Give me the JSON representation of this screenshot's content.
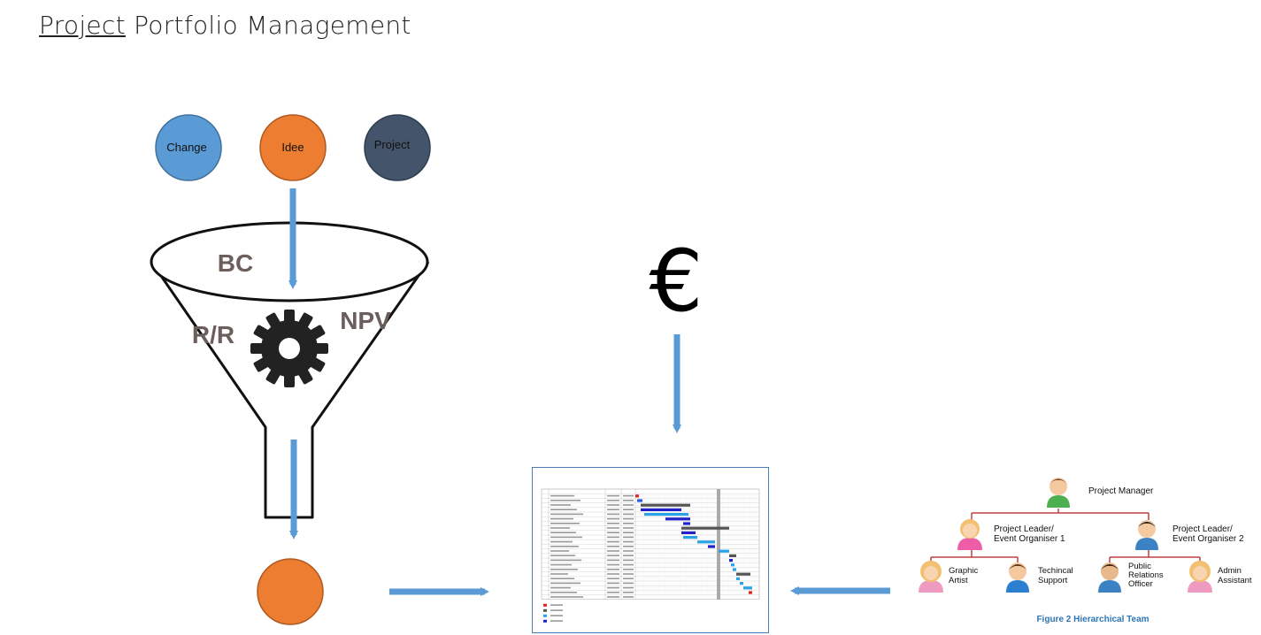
{
  "title": {
    "part1": "Project",
    "part2": " Portfolio Management"
  },
  "inputs": [
    {
      "label": "Change",
      "color": "#5b9bd5"
    },
    {
      "label": "Idee",
      "color": "#ed7d31"
    },
    {
      "label": "Project",
      "color": "#44546a"
    }
  ],
  "funnel": {
    "label_top": "BC",
    "label_left": "R/R",
    "label_right": "NPV"
  },
  "currency_symbol": "€",
  "output_color": "#ed7d31",
  "arrow_color": "#5b9bd5",
  "team": {
    "manager": "Project Manager",
    "leader1": [
      "Project Leader/",
      "Event Organiser 1"
    ],
    "leader2": [
      "Project Leader/",
      "Event Organiser 2"
    ],
    "members": [
      [
        "Graphic",
        "Artist"
      ],
      [
        "Techincal",
        "Support"
      ],
      [
        "Public",
        "Relations",
        "Officer"
      ],
      [
        "Admin",
        "Assistant"
      ]
    ],
    "caption": "Figure 2 Hierarchical Team"
  }
}
